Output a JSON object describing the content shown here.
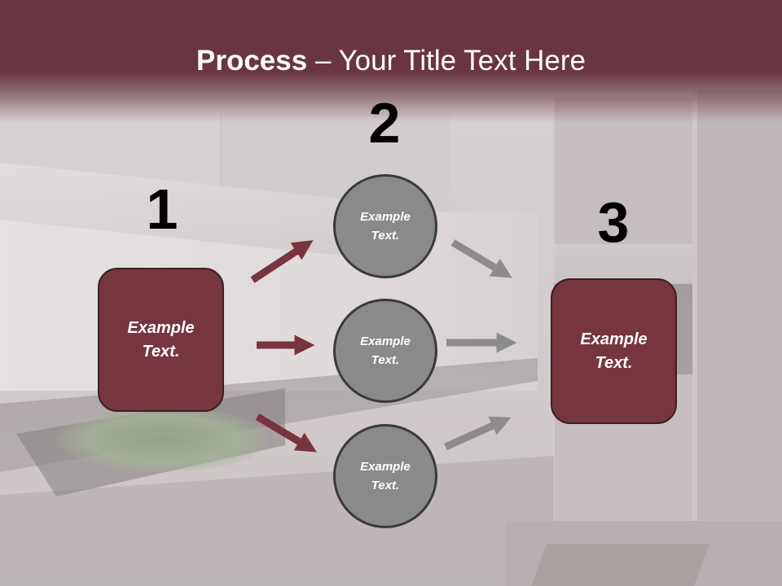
{
  "slide": {
    "title_bold": "Process",
    "title_rest": " – Your Title Text Here"
  },
  "diagram": {
    "step_numbers": [
      "1",
      "2",
      "3"
    ],
    "left_box": {
      "label": "Example\nText."
    },
    "circles": [
      {
        "label": "Example\nText."
      },
      {
        "label": "Example\nText."
      },
      {
        "label": "Example\nText."
      }
    ],
    "right_box": {
      "label": "Example\nText."
    }
  },
  "colors": {
    "title_band": "#683540",
    "box_fill": "#76363f",
    "box_border": "#3f1d23",
    "circle_fill": "#8a8a8a",
    "circle_border": "#3a3a3a",
    "arrow_red": "#7a3340",
    "arrow_gray": "#8c8c8c",
    "number_text": "#000000",
    "label_text": "#ffffff"
  }
}
